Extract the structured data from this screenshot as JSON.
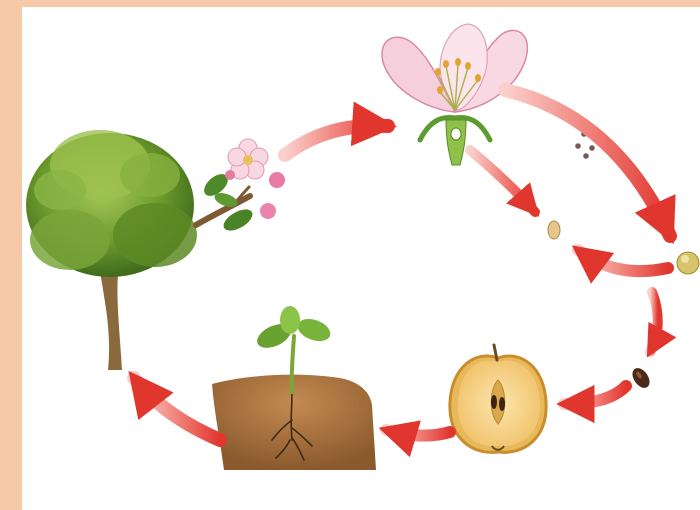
{
  "diagram": {
    "stages": [
      {
        "id": "tree",
        "icon": "apple-tree-icon"
      },
      {
        "id": "blossom-branch",
        "icon": "apple-blossom-branch-icon"
      },
      {
        "id": "flower",
        "icon": "flower-cross-section-icon"
      },
      {
        "id": "pollen",
        "icon": "pollen-grains-icon"
      },
      {
        "id": "ovule",
        "icon": "ovule-icon"
      },
      {
        "id": "pollen-grain",
        "icon": "pollen-grain-icon"
      },
      {
        "id": "seed",
        "icon": "seed-icon"
      },
      {
        "id": "apple",
        "icon": "apple-cross-section-icon"
      },
      {
        "id": "seedling",
        "icon": "seedling-in-soil-icon"
      }
    ],
    "colors": {
      "frame": "#f6c9a9",
      "arrow": "#e8413a",
      "arrow_light": "#f6a6a0",
      "foliage": "#6e9a2e",
      "petal": "#f4c6d6",
      "apple_flesh": "#f7d58a",
      "soil": "#b07a45"
    }
  }
}
